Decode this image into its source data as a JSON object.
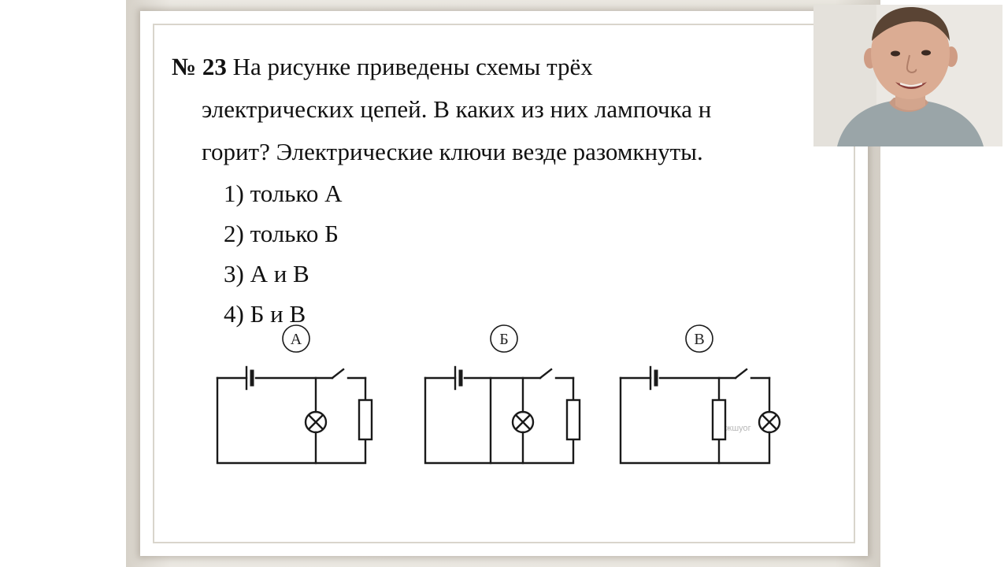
{
  "question": {
    "number": "№ 23",
    "line1": "На рисунке приведены схемы трёх",
    "line2": "электрических цепей. В каких из них лампочка н",
    "line3": "горит? Электрические ключи везде разомкнуты."
  },
  "options": [
    "1) только А",
    "2) только Б",
    "3) А и В",
    "4) Б и В"
  ],
  "circuits": [
    {
      "label": "А",
      "branches": [
        "lamp",
        "resistor"
      ],
      "switch": "open"
    },
    {
      "label": "Б",
      "branches": [
        "wire",
        "lamp",
        "resistor"
      ],
      "switch": "open"
    },
    {
      "label": "В",
      "branches": [
        "resistor",
        "lamp"
      ],
      "switch": "open"
    }
  ],
  "watermark": "жшуог"
}
